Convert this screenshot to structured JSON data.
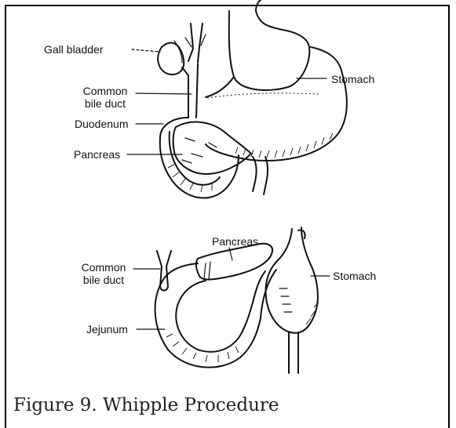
{
  "top_diagram": {
    "labels": {
      "gall_bladder": "Gall bladder",
      "common_bile_duct_line1": "Common",
      "common_bile_duct_line2": "bile duct",
      "duodenum": "Duodenum",
      "pancreas": "Pancreas",
      "stomach": "Stomach"
    }
  },
  "bottom_diagram": {
    "labels": {
      "pancreas": "Pancreas",
      "common_bile_duct_line1": "Common",
      "common_bile_duct_line2": "bile duct",
      "jejunum": "Jejunum",
      "stomach": "Stomach"
    }
  },
  "caption": "Figure 9. Whipple Procedure"
}
